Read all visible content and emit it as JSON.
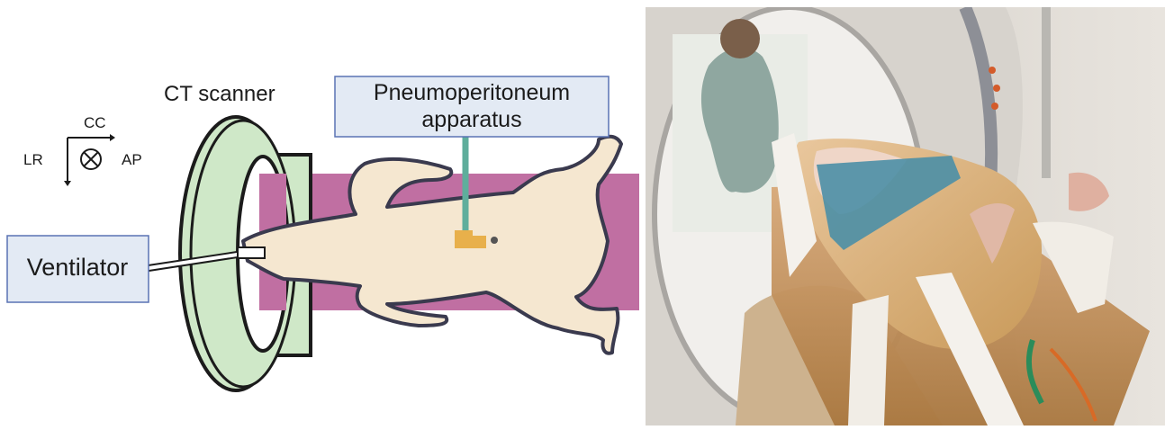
{
  "diagram": {
    "labels": {
      "ct_scanner": "CT scanner",
      "ventilator": "Ventilator",
      "pneumo_line1": "Pneumoperitoneum",
      "pneumo_line2": "apparatus"
    },
    "axes": {
      "cc": "CC",
      "lr": "LR",
      "ap": "AP"
    }
  },
  "colors": {
    "scanner_ring": "#cfe8c8",
    "table": "#c06fa2",
    "animal": "#f5e7d0",
    "outline": "#3a3a4e",
    "label_box_fill": "#e3eaf4",
    "label_box_border": "#5a73b4",
    "tube": "#5fae9c",
    "port": "#e8b04b"
  },
  "photo": {
    "icon": "ct-setup-photo"
  }
}
